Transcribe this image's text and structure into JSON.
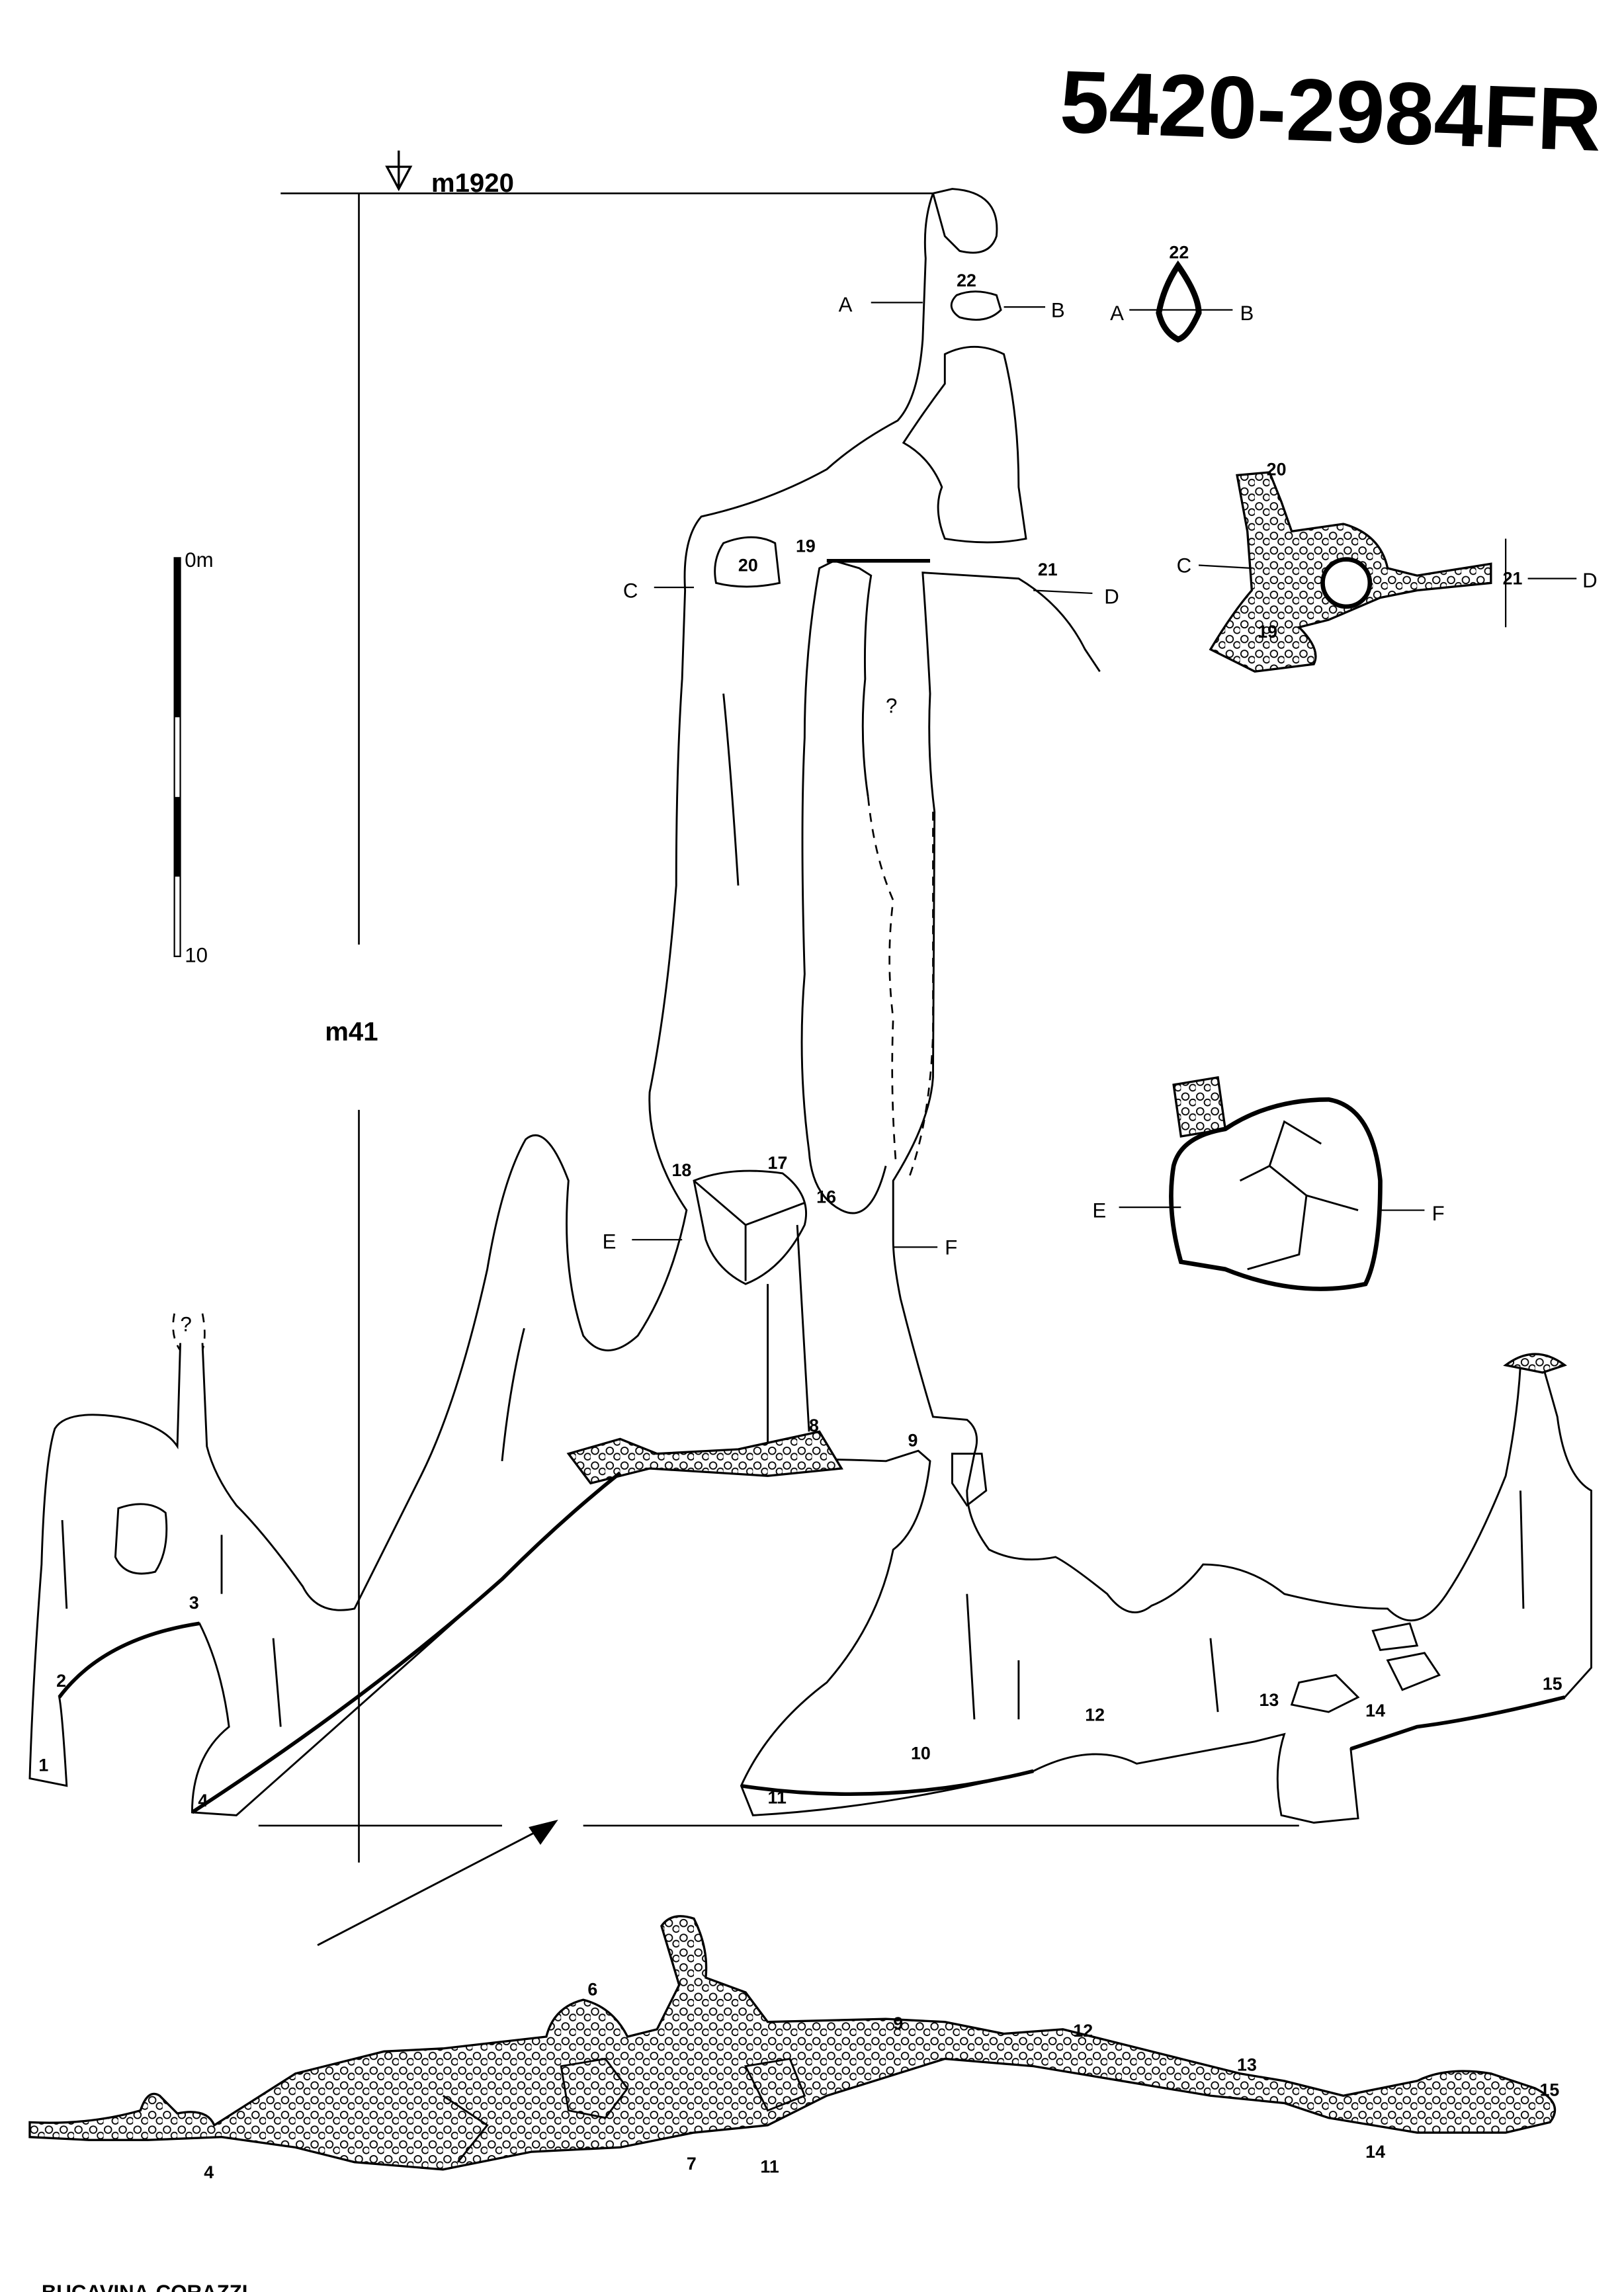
{
  "title": "5420-2984FR",
  "authors": "BUCAVINA-CORAZZI",
  "entrance_elevation": "m1920",
  "depth": "m41",
  "scale": {
    "top": "0m",
    "bottom": "10"
  },
  "sections": {
    "a": "A",
    "b": "B",
    "c": "C",
    "d": "D",
    "e": "E",
    "f": "F",
    "question": "?"
  },
  "stations": [
    "1",
    "2",
    "3",
    "4",
    "6",
    "7",
    "8",
    "9",
    "10",
    "11",
    "12",
    "13",
    "14",
    "15",
    "16",
    "17",
    "18",
    "19",
    "20",
    "21",
    "22"
  ],
  "colors": {
    "ink": "#000000",
    "paper": "#ffffff"
  }
}
